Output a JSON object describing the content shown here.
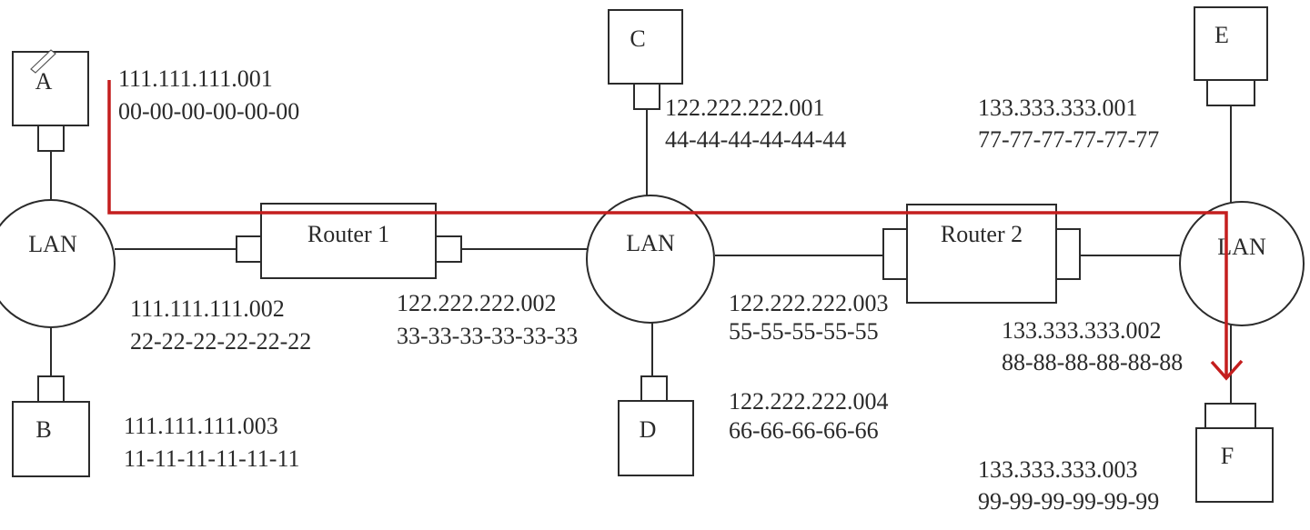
{
  "hosts": {
    "A": {
      "label": "A",
      "ip": "111.111.111.001",
      "mac": "00-00-00-00-00-00"
    },
    "B": {
      "label": "B",
      "ip": "111.111.111.003",
      "mac": "11-11-11-11-11-11"
    },
    "C": {
      "label": "C",
      "ip": "122.222.222.001",
      "mac": "44-44-44-44-44-44"
    },
    "D": {
      "label": "D",
      "ip": "122.222.222.004",
      "mac": "66-66-66-66-66"
    },
    "E": {
      "label": "E",
      "ip": "133.333.333.001",
      "mac": "77-77-77-77-77-77"
    },
    "F": {
      "label": "F",
      "ip": "133.333.333.003",
      "mac": "99-99-99-99-99-99"
    }
  },
  "lans": {
    "left": {
      "label": "LAN"
    },
    "middle": {
      "label": "LAN"
    },
    "right": {
      "label": "LAN"
    }
  },
  "routers": {
    "router1": {
      "label": "Router 1",
      "left_port": {
        "ip": "111.111.111.002",
        "mac": "22-22-22-22-22-22"
      },
      "right_port": {
        "ip": "122.222.222.002",
        "mac": "33-33-33-33-33-33"
      }
    },
    "router2": {
      "label": "Router 2",
      "left_port": {
        "ip": "122.222.222.003",
        "mac": "55-55-55-55-55"
      },
      "right_port": {
        "ip": "133.333.333.002",
        "mac": "88-88-88-88-88-88"
      }
    }
  },
  "colors": {
    "route": "#c41e1e",
    "line": "#2b2b2b"
  }
}
